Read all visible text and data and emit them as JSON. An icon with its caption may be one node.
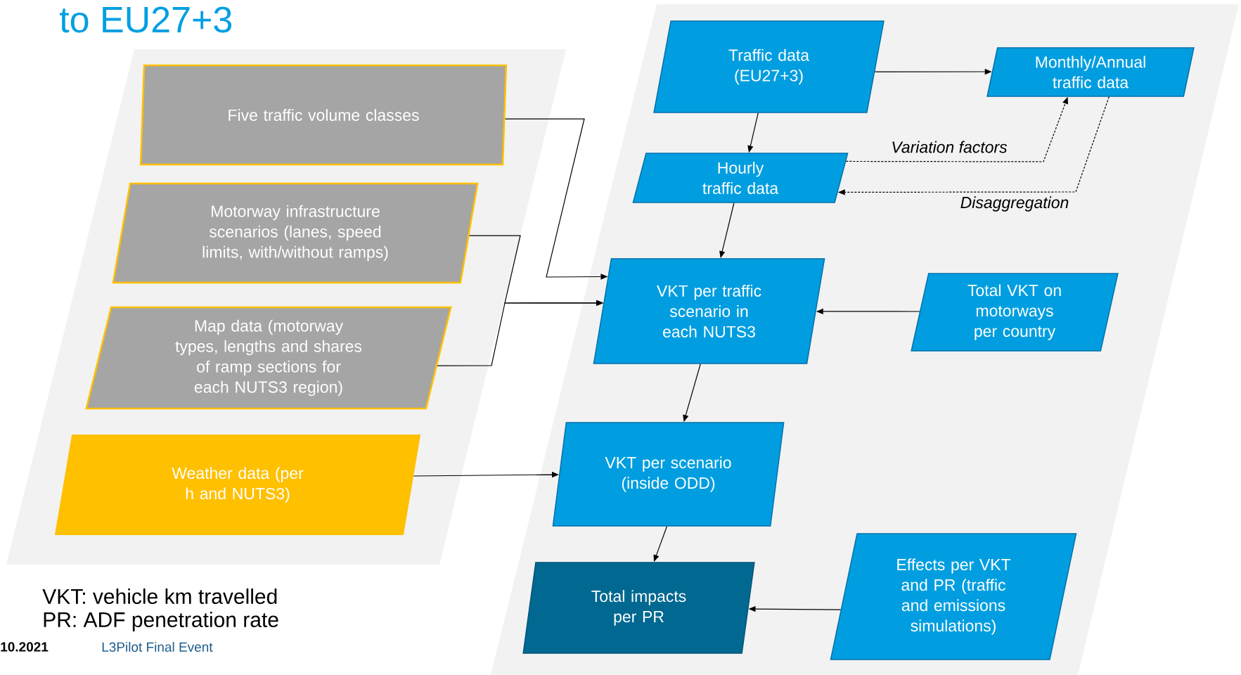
{
  "diagram": {
    "title": "to EU27+3",
    "nodes": [
      {
        "text": [
          "Five traffic volume classes"
        ]
      },
      {
        "text": [
          "Motorway infrastructure scenarios (lanes, speed limits, with/without ramps)"
        ]
      },
      {
        "text": [
          "Map data (motorway types, lengths and shares of ramp sections for each NUTS3 region)"
        ]
      },
      {
        "text": [
          "Weather data (per h and NUTS3)"
        ]
      },
      {
        "text": [
          "Traffic data (EU27+3)"
        ]
      },
      {
        "text": [
          "Monthly/Annual traffic data"
        ]
      },
      {
        "text": [
          "Hourly traffic data"
        ]
      },
      {
        "text": [
          "VKT per traffic scenario in each NUTS3"
        ]
      },
      {
        "text": [
          "Total VKT on motorways per country"
        ]
      },
      {
        "text": [
          "VKT per scenario (inside ODD)"
        ]
      },
      {
        "text": [
          "Effects per VKT and PR (traffic and emissions simulations)"
        ]
      },
      {
        "text": [
          "Total impacts per PR"
        ]
      }
    ],
    "edges": [
      {
        "from": 0,
        "to": 7,
        "arrow": "to"
      },
      {
        "from": 1,
        "to": 7,
        "arrow": "to"
      },
      {
        "from": 2,
        "to": 7,
        "arrow": "to"
      },
      {
        "from": 3,
        "to": 9,
        "arrow": "to"
      },
      {
        "from": 4,
        "to": 5,
        "arrow": "to"
      },
      {
        "from": 4,
        "to": 6,
        "arrow": "to"
      },
      {
        "from": 6,
        "to": 5,
        "arrow": "to",
        "label": "Variation factors",
        "style": "dashed"
      },
      {
        "from": 5,
        "to": 6,
        "arrow": "to",
        "label": "Disaggregation",
        "style": "dashed"
      },
      {
        "from": 6,
        "to": 7,
        "arrow": "to"
      },
      {
        "from": 8,
        "to": 7,
        "arrow": "to"
      },
      {
        "from": 7,
        "to": 9,
        "arrow": "to"
      },
      {
        "from": 9,
        "to": 11,
        "arrow": "to"
      },
      {
        "from": 10,
        "to": 11,
        "arrow": "to"
      }
    ],
    "labels": [
      "VKT: vehicle km travelled",
      "PR: ADF penetration rate",
      "10.2021",
      "L3Pilot Final Event"
    ]
  }
}
